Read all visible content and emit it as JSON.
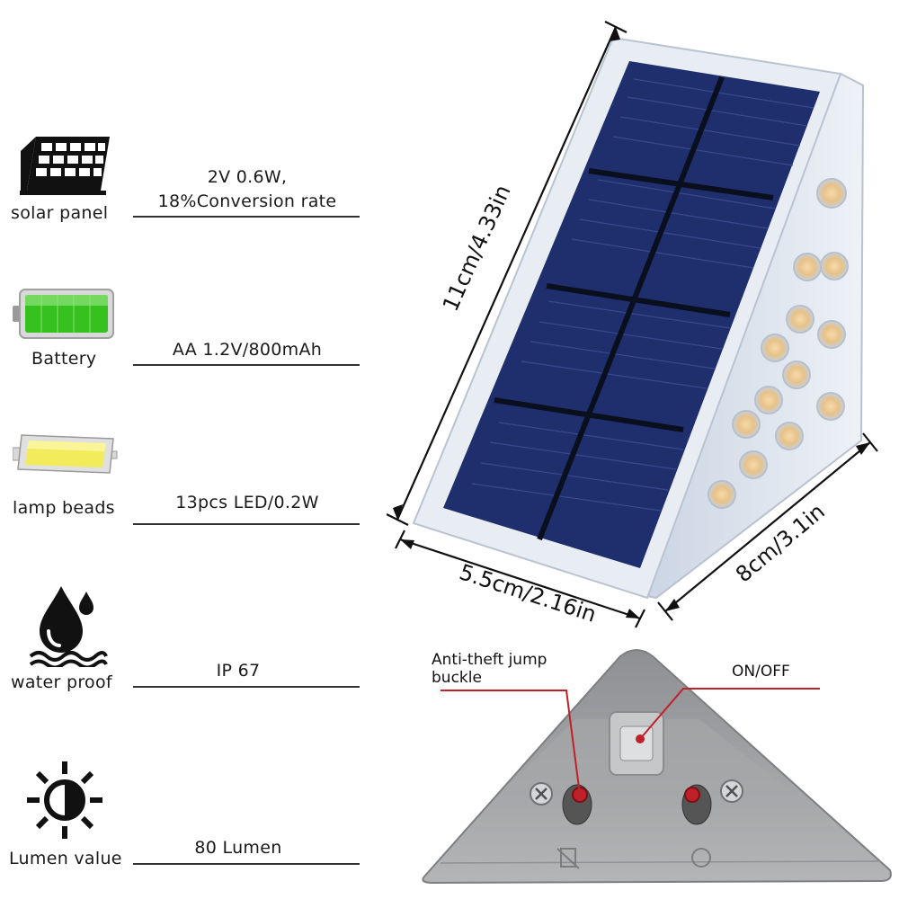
{
  "specs": [
    {
      "label": "solar panel",
      "value_line1": "2V  0.6W,",
      "value_line2": "18%Conversion rate",
      "icon": "solar-panel-icon"
    },
    {
      "label": "Battery",
      "value_line1": "AA 1.2V/800mAh",
      "icon": "battery-icon"
    },
    {
      "label": "lamp beads",
      "value_line1": "13pcs LED/0.2W",
      "icon": "led-chip-icon"
    },
    {
      "label": "water proof",
      "value_line1": "IP 67",
      "icon": "water-drop-icon"
    },
    {
      "label": "Lumen value",
      "value_line1": "80 Lumen",
      "icon": "sun-brightness-icon"
    }
  ],
  "dimensions": {
    "height": "11cm/4.33in",
    "width": "5.5cm/2.16in",
    "depth": "8cm/3.1in"
  },
  "callouts": {
    "anti_theft_line1": "Anti-theft jump",
    "anti_theft_line2": "buckle",
    "on_off": "ON/OFF"
  },
  "colors": {
    "panel_blue": "#1f2f6e",
    "frame": "#e6ecf4",
    "base_gray": "#a9aaac",
    "callout_red": "#c0202a",
    "battery_green": "#35c21f"
  }
}
